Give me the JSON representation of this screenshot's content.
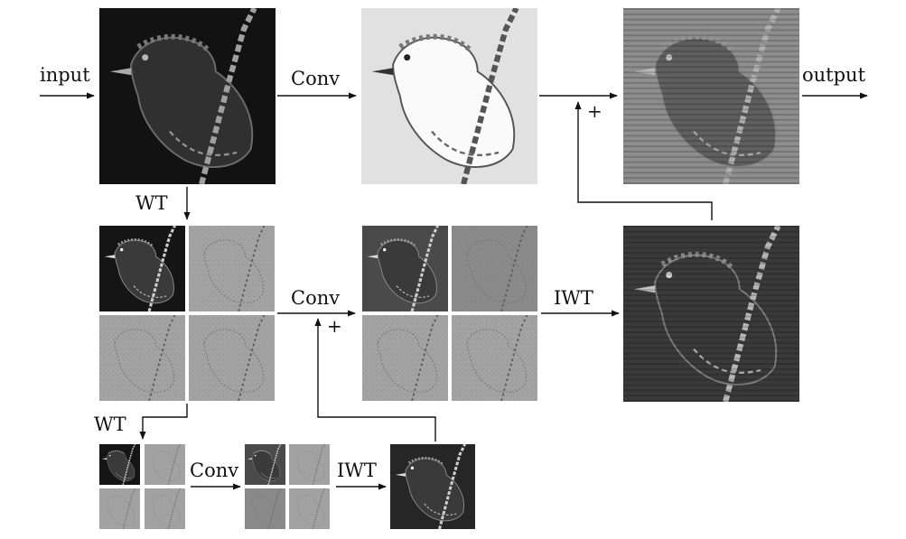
{
  "labels": {
    "input": "input",
    "output": "output",
    "conv_top": "Conv",
    "conv_mid": "Conv",
    "conv_bottom": "Conv",
    "wt_top": "WT",
    "wt_mid": "WT",
    "iwt_mid": "IWT",
    "iwt_bottom": "IWT",
    "plus_top": "+",
    "plus_mid": "+"
  },
  "colors": {
    "stroke": "#111111",
    "bird_light": "#e2e2e2",
    "bird_dark": "#151515",
    "detail_gray": "#9a9a9a"
  }
}
